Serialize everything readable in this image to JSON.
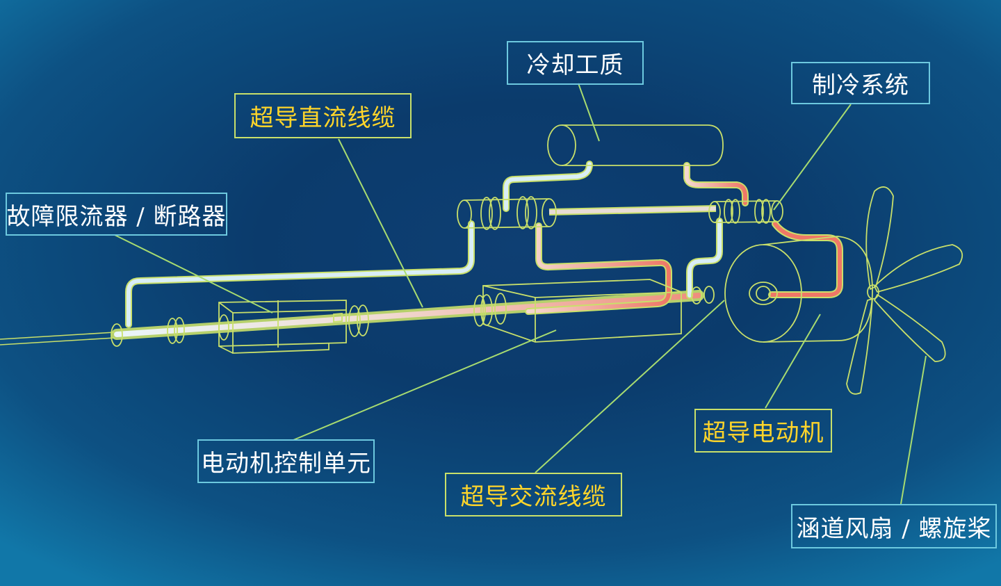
{
  "labels": {
    "coolant": "冷却工质",
    "refrigeration": "制冷系统",
    "dc_cable": "超导直流线缆",
    "fault_limiter": "故障限流器 / 断路器",
    "motor_control": "电动机控制单元",
    "ac_cable": "超导交流线缆",
    "motor": "超导电动机",
    "fan": "涵道风扇 / 螺旋桨"
  },
  "colors": {
    "background": "#0b3b6c",
    "outline": "#c9e06a",
    "cold_pipe": "#d9eef7",
    "warm_pipe": "#e46a60",
    "label_white_border": "#6dc9df",
    "label_yellow_text": "#ffd52a"
  }
}
